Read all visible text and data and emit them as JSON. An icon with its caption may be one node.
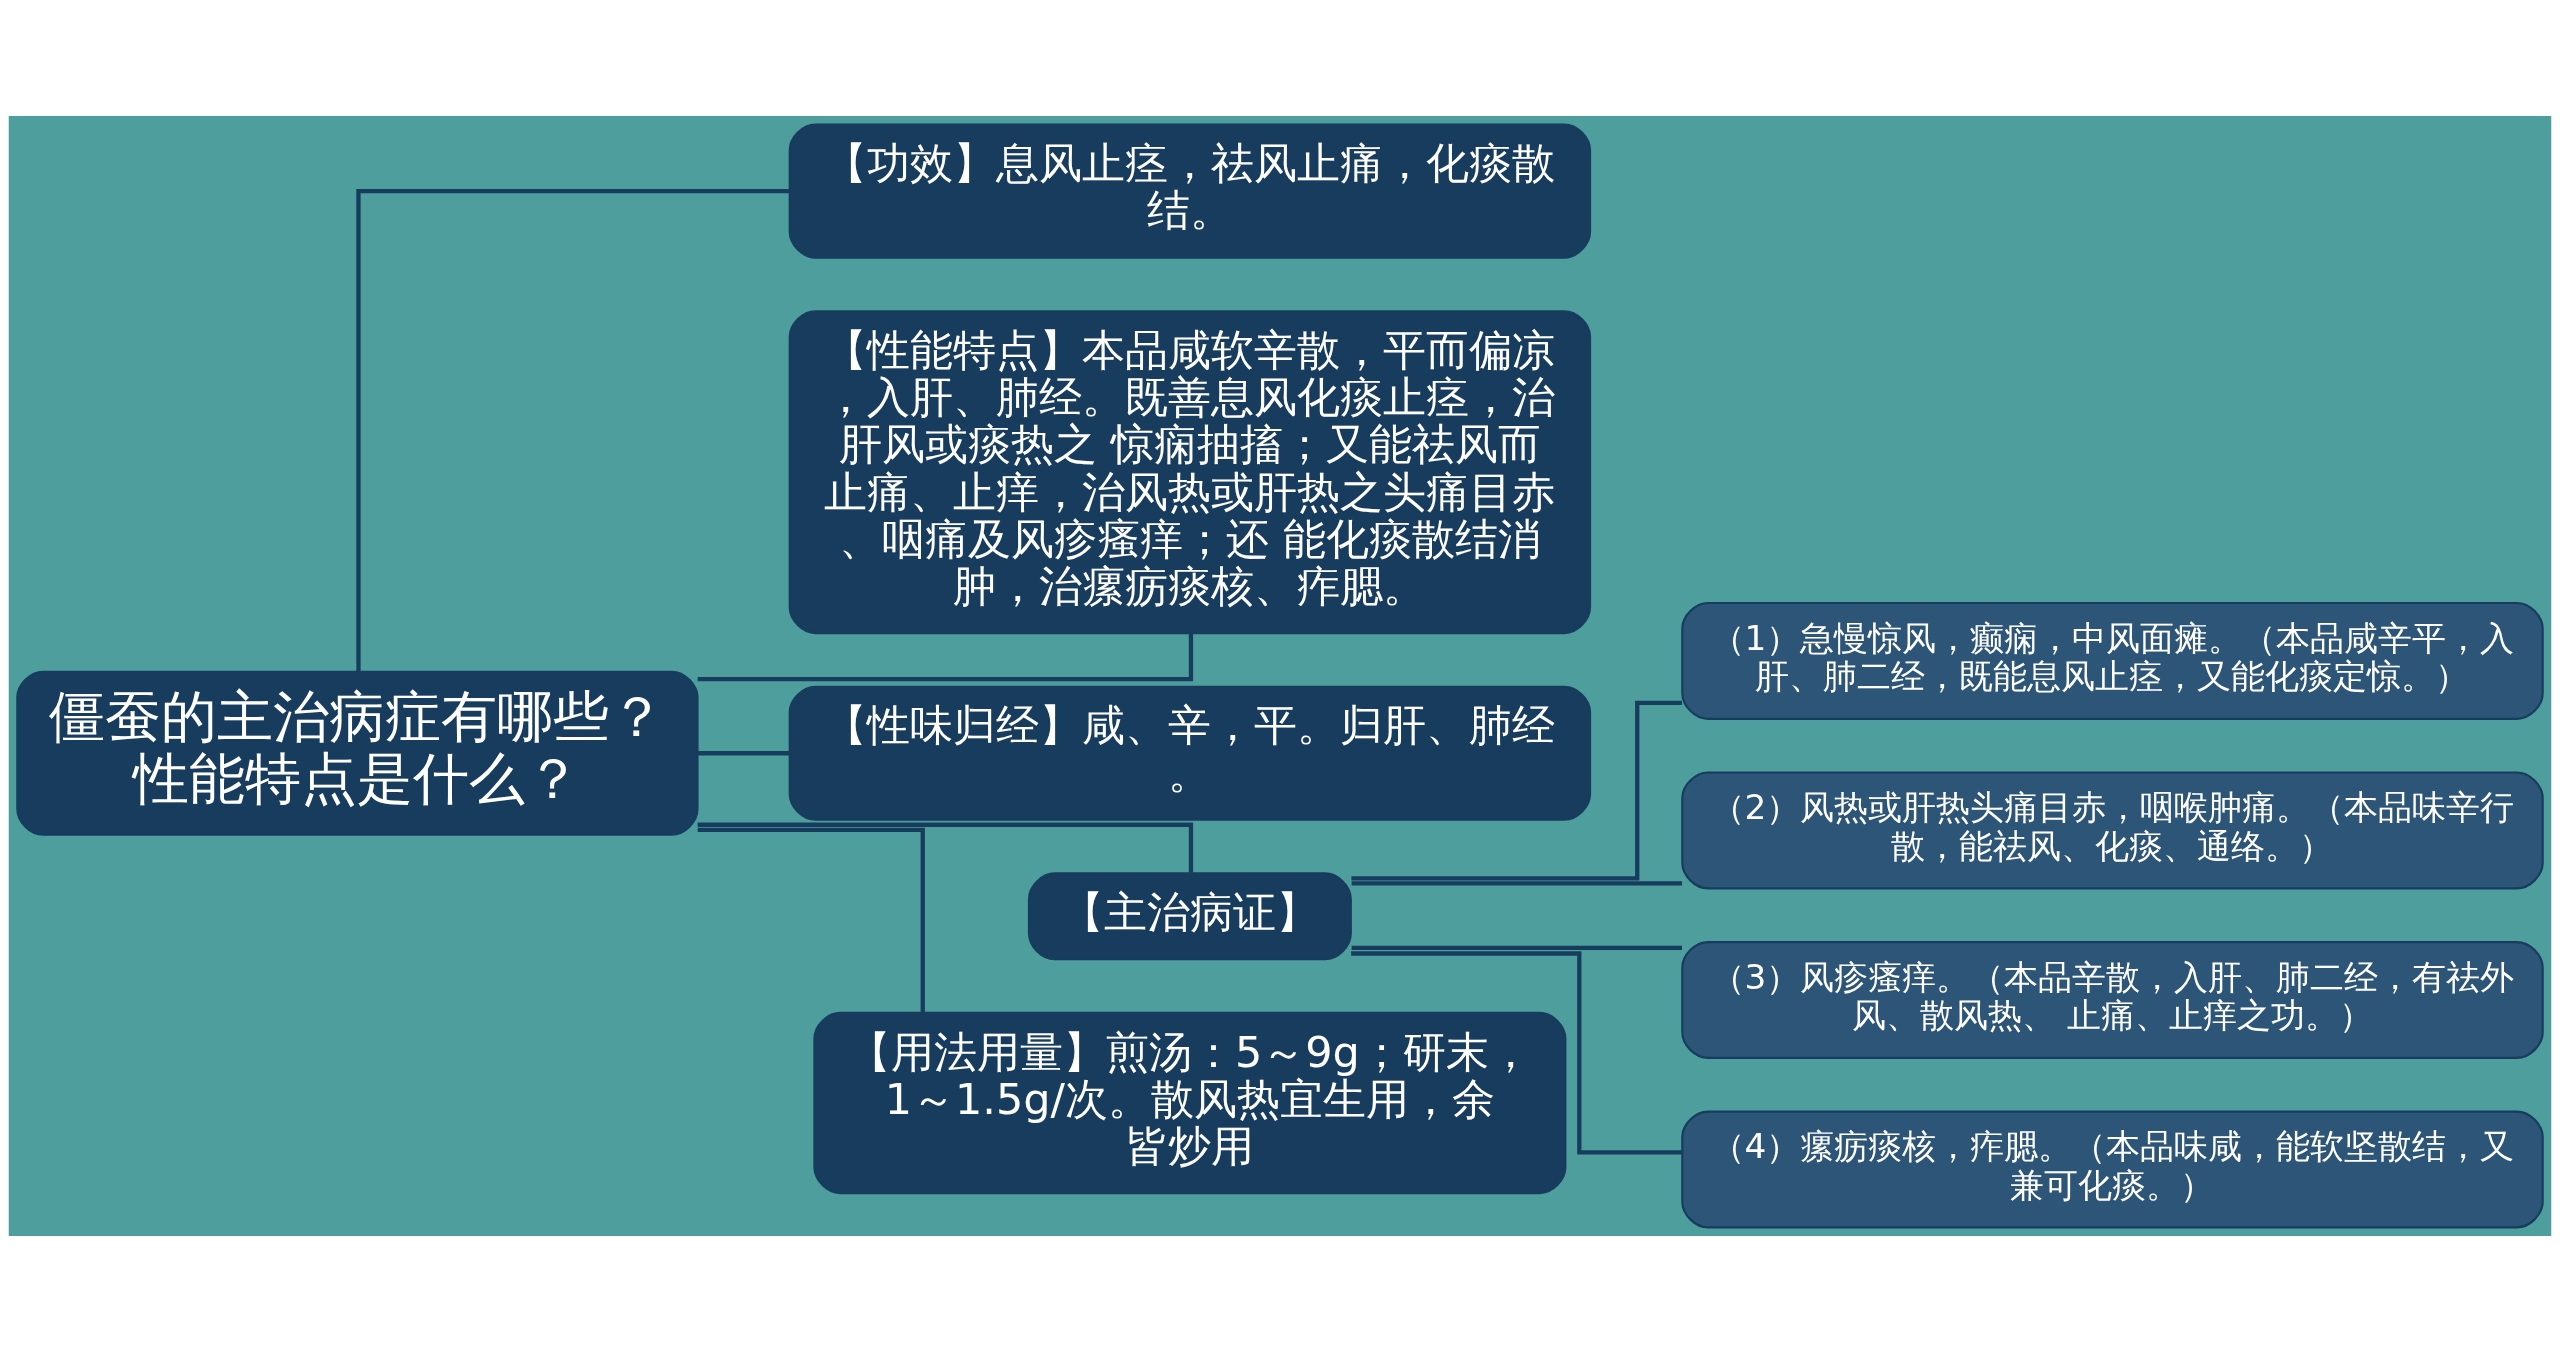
{
  "diagram": {
    "nodes": [
      {
        "text": [
          "僵蚕的主治病症有哪些？性能特点是什么？"
        ]
      },
      {
        "text": [
          "【功效】息风止痉，祛风止痛，化痰散结。"
        ]
      },
      {
        "text": [
          "【性能特点】本品咸软辛散，平而偏凉，入肝、肺经。既善息风化痰止痉，治肝风或痰热之 惊痫抽搐；又能祛风而止痛、止痒，治风热或肝热之头痛目赤、咽痛及风疹瘙痒；还 能化痰散结消肿，治瘰疬痰核、痄腮。"
        ]
      },
      {
        "text": [
          "【性味归经】咸、辛，平。归肝、肺经。"
        ]
      },
      {
        "text": [
          "【主治病证】"
        ]
      },
      {
        "text": [
          "（1）急慢惊风，癫痫，中风面瘫。（本品咸辛平，入肝、肺二经，既能息风止痉，又能化痰定惊。）"
        ]
      },
      {
        "text": [
          "（2）风热或肝热头痛目赤，咽喉肿痛。（本品味辛行散，能祛风、化痰、通络。）"
        ]
      },
      {
        "text": [
          "（3）风疹瘙痒。（本品辛散，入肝、肺二经，有祛外风、散风热、 止痛、止痒之功。）"
        ]
      },
      {
        "text": [
          "（4）瘰疬痰核，痄腮。（本品味咸，能软坚散结，又兼可化痰。）"
        ]
      },
      {
        "text": [
          "【用法用量】煎汤：5～9g；研末，1～1.5g/次。散风热宜生用，余皆炒用"
        ]
      }
    ],
    "edges": [
      {
        "from": 0,
        "to": 1,
        "arrow": "none"
      },
      {
        "from": 0,
        "to": 2,
        "arrow": "none"
      },
      {
        "from": 0,
        "to": 3,
        "arrow": "none"
      },
      {
        "from": 0,
        "to": 4,
        "arrow": "none"
      },
      {
        "from": 4,
        "to": 5,
        "arrow": "none"
      },
      {
        "from": 4,
        "to": 6,
        "arrow": "none"
      },
      {
        "from": 4,
        "to": 7,
        "arrow": "none"
      },
      {
        "from": 4,
        "to": 8,
        "arrow": "none"
      },
      {
        "from": 0,
        "to": 9,
        "arrow": "none"
      }
    ]
  }
}
